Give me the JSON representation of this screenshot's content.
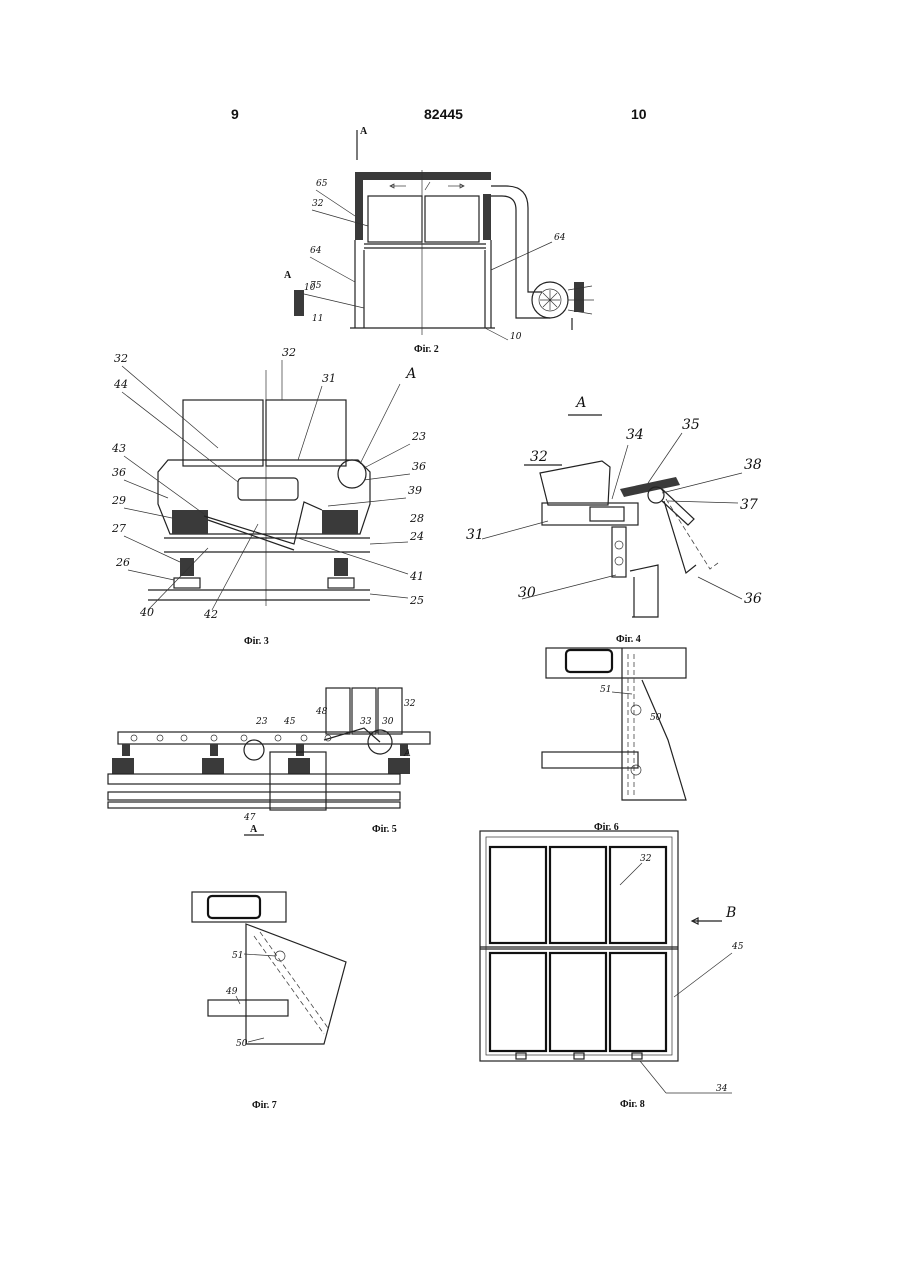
{
  "header": {
    "page_left": "9",
    "patent_number": "82445",
    "page_right": "10"
  },
  "fig2": {
    "caption": "Фіг. 2",
    "section_marker": "А",
    "labels": [
      "65",
      "32",
      "64",
      "10",
      "75",
      "11",
      "64",
      "10"
    ]
  },
  "fig3": {
    "caption": "Фіг. 3",
    "view_marker": "А",
    "labels": [
      "32",
      "44",
      "43",
      "36",
      "29",
      "27",
      "26",
      "40",
      "42",
      "32",
      "31",
      "23",
      "36",
      "39",
      "28",
      "24",
      "41",
      "25"
    ]
  },
  "fig4": {
    "caption": "Фіг. 4",
    "title": "А",
    "labels": [
      "34",
      "35",
      "32",
      "38",
      "37",
      "31",
      "30",
      "36"
    ]
  },
  "fig5": {
    "caption": "Фіг. 5",
    "section_marker": "А",
    "labels": [
      "23",
      "45",
      "48",
      "33",
      "30",
      "32",
      "47",
      "А"
    ]
  },
  "fig6": {
    "caption": "Фіг. 6",
    "labels": [
      "51",
      "50"
    ]
  },
  "fig7": {
    "caption": "Фіг. 7",
    "labels": [
      "51",
      "49",
      "50"
    ]
  },
  "fig8": {
    "caption": "Фіг. 8",
    "view_marker": "В",
    "labels": [
      "32",
      "45",
      "34"
    ]
  },
  "colors": {
    "ink": "#111111",
    "hatch": "#3a3a3a",
    "paper": "#ffffff"
  }
}
